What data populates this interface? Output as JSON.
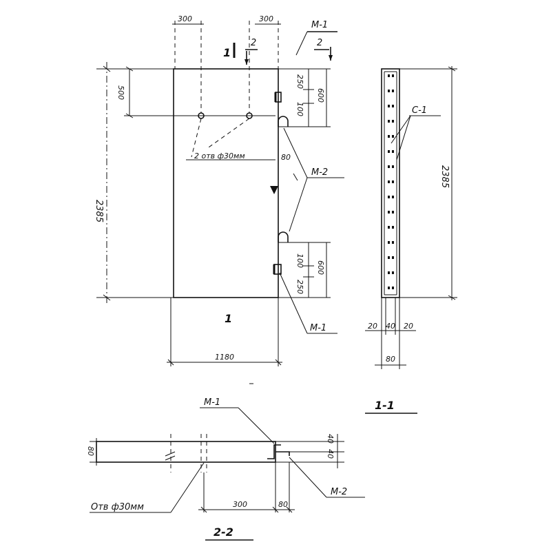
{
  "main_view": {
    "top_dim_left": "300",
    "top_dim_right": "300",
    "section_1_top": "1",
    "section_1_bottom": "1",
    "section_2_number": "2",
    "height_total": "2385",
    "dim_500": "500",
    "dim_250_top": "250",
    "dim_100_top": "100",
    "dim_600_top": "600",
    "hole_note": "2 отв ф30мм",
    "dim_80": "80",
    "dim_100_bottom": "100",
    "dim_250_bottom": "250",
    "dim_600_bottom": "600",
    "width_total": "1180",
    "label_m1_top": "М-1",
    "label_m1_section": "2",
    "label_m2": "М-2",
    "label_m1_bottom": "М-1"
  },
  "section_1_1": {
    "title": "1-1",
    "label_c1": "С-1",
    "height_total": "2385",
    "dim_a": "20",
    "dim_b": "40",
    "dim_c": "20",
    "dim_total": "80"
  },
  "section_2_2": {
    "title": "2-2",
    "label_m1": "М-1",
    "label_m2": "М-2",
    "dim_height": "80",
    "dim_r40a": "40",
    "dim_r40b": "40",
    "dim_300": "300",
    "dim_80": "80",
    "hole_note": "Отв ф30мм"
  }
}
